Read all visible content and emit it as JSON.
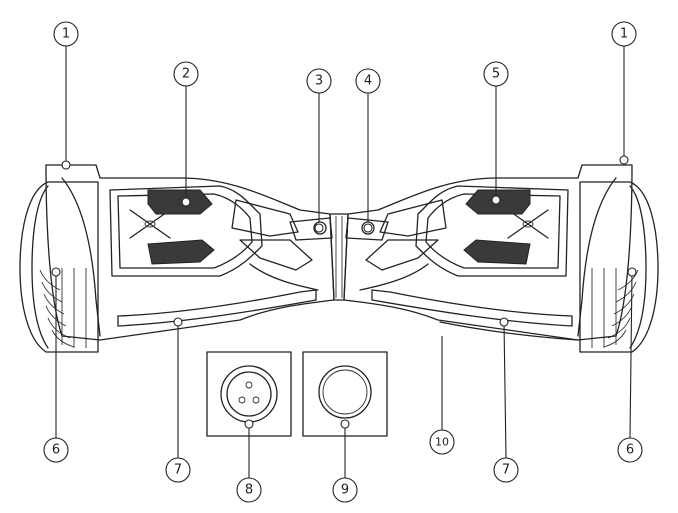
{
  "diagram": {
    "callouts": [
      {
        "label": "1"
      },
      {
        "label": "1"
      },
      {
        "label": "2"
      },
      {
        "label": "3"
      },
      {
        "label": "4"
      },
      {
        "label": "5"
      },
      {
        "label": "6"
      },
      {
        "label": "6"
      },
      {
        "label": "7"
      },
      {
        "label": "7"
      },
      {
        "label": "8"
      },
      {
        "label": "9"
      },
      {
        "label": "10"
      }
    ]
  },
  "colors": {
    "line": "#222222",
    "background": "#ffffff",
    "accent_dark": "#3a3a3a"
  }
}
